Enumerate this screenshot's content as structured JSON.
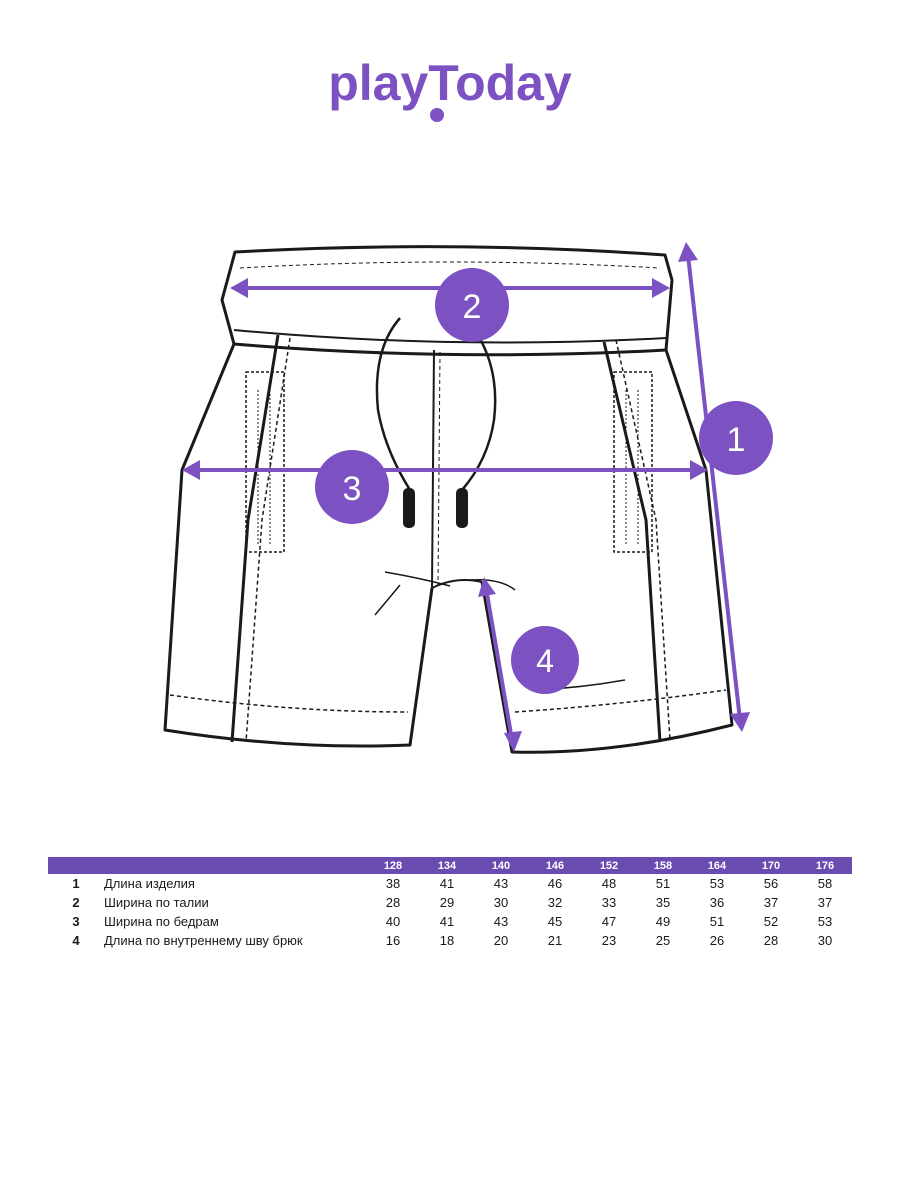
{
  "brand": {
    "logo_text": "playToday",
    "color": "#7c51c2"
  },
  "diagram": {
    "markers": [
      "1",
      "2",
      "3",
      "4"
    ],
    "line_color": "#7c51c2",
    "outline_color": "#1a1a1a"
  },
  "size_table": {
    "header_color": "#6a4bb0",
    "sizes": [
      "128",
      "134",
      "140",
      "146",
      "152",
      "158",
      "164",
      "170",
      "176"
    ],
    "rows": [
      {
        "num": "1",
        "label": "Длина изделия",
        "values": [
          "38",
          "41",
          "43",
          "46",
          "48",
          "51",
          "53",
          "56",
          "58"
        ]
      },
      {
        "num": "2",
        "label": "Ширина по талии",
        "values": [
          "28",
          "29",
          "30",
          "32",
          "33",
          "35",
          "36",
          "37",
          "37"
        ]
      },
      {
        "num": "3",
        "label": "Ширина по бедрам",
        "values": [
          "40",
          "41",
          "43",
          "45",
          "47",
          "49",
          "51",
          "52",
          "53"
        ]
      },
      {
        "num": "4",
        "label": "Длина по внутреннему шву брюк",
        "values": [
          "16",
          "18",
          "20",
          "21",
          "23",
          "25",
          "26",
          "28",
          "30"
        ]
      }
    ]
  }
}
